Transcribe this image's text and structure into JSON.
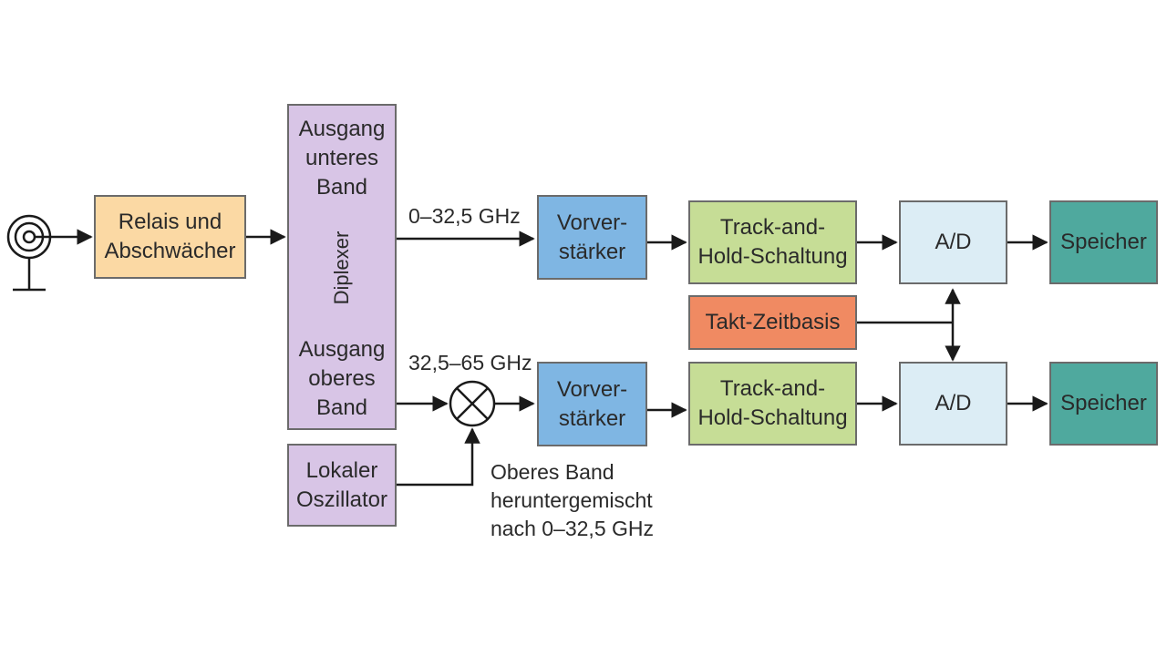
{
  "colors": {
    "relais": "#fbd9a4",
    "diplexer": "#d8c5e6",
    "oszillator": "#d8c5e6",
    "vorverstaerker": "#7fb6e3",
    "track_hold": "#c6dd96",
    "takt": "#f08a62",
    "ad": "#dcedf5",
    "speicher": "#4fa99e",
    "line": "#1a1a1a"
  },
  "icons": {
    "antenna": "antenna-icon",
    "mixer": "mixer-icon"
  },
  "blocks": {
    "relais": "Relais und\nAbschwächer",
    "diplexer_top": "Ausgang\nunteres\nBand",
    "diplexer_label": "Diplexer",
    "diplexer_bottom": "Ausgang\noberes\nBand",
    "oszillator": "Lokaler\nOszillator",
    "vorverstaerker_top": "Vorver-\nstärker",
    "vorverstaerker_bottom": "Vorver-\nstärker",
    "track_hold_top": "Track-and-\nHold-Schaltung",
    "track_hold_bottom": "Track-and-\nHold-Schaltung",
    "takt": "Takt-Zeitbasis",
    "ad_top": "A/D",
    "ad_bottom": "A/D",
    "speicher_top": "Speicher",
    "speicher_bottom": "Speicher"
  },
  "labels": {
    "lower_band": "0–32,5 GHz",
    "upper_band": "32,5–65 GHz",
    "mix_note": "Oberes Band\nheruntergemischt\nnach 0–32,5 GHz"
  }
}
